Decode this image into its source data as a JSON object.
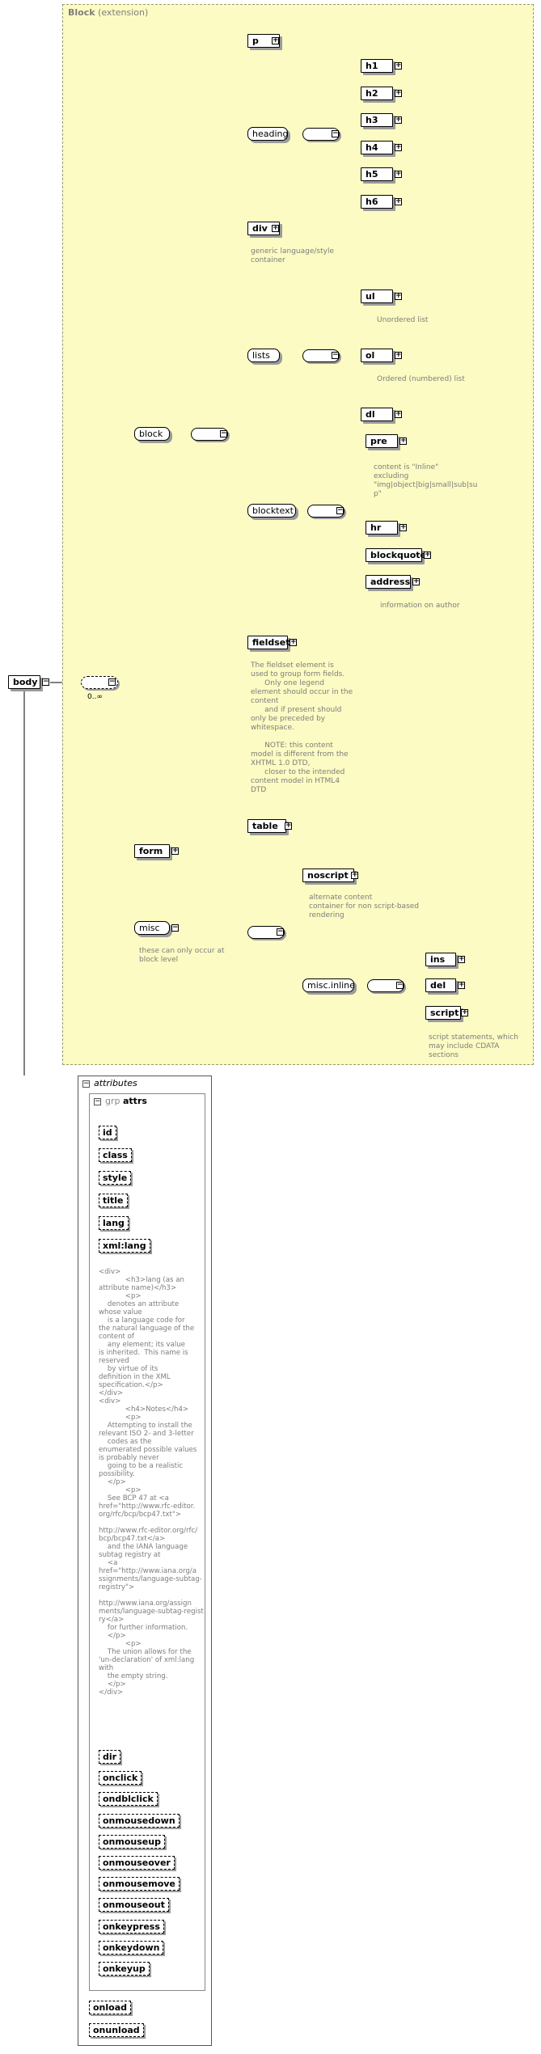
{
  "block": {
    "title": "Block",
    "subtitle": "(extension)"
  },
  "nodes": {
    "body": "body",
    "occurs": "0..∞",
    "block": "block",
    "p": "p",
    "heading": "heading",
    "h1": "h1",
    "h2": "h2",
    "h3": "h3",
    "h4": "h4",
    "h5": "h5",
    "h6": "h6",
    "div": "div",
    "lists": "lists",
    "ul": "ul",
    "ol": "ol",
    "dl": "dl",
    "blocktext": "blocktext",
    "pre": "pre",
    "hr": "hr",
    "blockquote": "blockquote",
    "address": "address",
    "fieldset": "fieldset",
    "table": "table",
    "form": "form",
    "misc": "misc",
    "noscript": "noscript",
    "misc_inline": "misc.inline",
    "ins": "ins",
    "del": "del",
    "script": "script"
  },
  "notes": {
    "div": "generic language/style\ncontainer",
    "ul": "Unordered list",
    "ol": "Ordered (numbered) list",
    "pre": "content is \"Inline\"\nexcluding\n\"img|object|big|small|sub|su\np\"",
    "address": "information on author",
    "fieldset": "The fieldset element is\nused to group form fields.\n      Only one legend\nelement should occur in the\ncontent\n      and if present should\nonly be preceded by\nwhitespace.\n\n      NOTE: this content\nmodel is different from the\nXHTML 1.0 DTD,\n      closer to the intended\ncontent model in HTML4\nDTD",
    "misc": "these can only occur at\nblock level",
    "noscript": "alternate content\ncontainer for non script-based\nrendering",
    "script": "script statements, which\nmay include CDATA\nsections"
  },
  "attributes": {
    "title": "attributes",
    "grp_prefix": "grp",
    "grp_name": "attrs",
    "items": [
      "id",
      "class",
      "style",
      "title",
      "lang",
      "xml:lang"
    ],
    "lang_doc": "<div>\n            <h3>lang (as an\nattribute name)</h3>\n            <p>\n    denotes an attribute\nwhose value\n    is a language code for\nthe natural language of the\ncontent of\n    any element; its value\nis inherited.  This name is\nreserved\n    by virtue of its\ndefinition in the XML\nspecification.</p>\n</div>\n<div>\n            <h4>Notes</h4>\n            <p>\n    Attempting to install the\nrelevant ISO 2- and 3-letter\n    codes as the\nenumerated possible values\nis probably never\n    going to be a realistic\npossibility.\n    </p>\n            <p>\n    See BCP 47 at <a\nhref=\"http://www.rfc-editor.\norg/rfc/bcp/bcp47.txt\">\n\nhttp://www.rfc-editor.org/rfc/\nbcp/bcp47.txt</a>\n    and the IANA language\nsubtag registry at\n    <a\nhref=\"http://www.iana.org/a\nssignments/language-subtag-\nregistry\">\n\nhttp://www.iana.org/assign\nments/language-subtag-regist\nry</a>\n    for further information.\n    </p>\n            <p>\n    The union allows for the\n'un-declaration' of xml:lang\nwith\n    the empty string.\n    </p>\n</div>",
    "items2": [
      "dir",
      "onclick",
      "ondblclick",
      "onmousedown",
      "onmouseup",
      "onmouseover",
      "onmousemove",
      "onmouseout",
      "onkeypress",
      "onkeydown",
      "onkeyup"
    ],
    "outer": [
      "onload",
      "onunload"
    ]
  }
}
